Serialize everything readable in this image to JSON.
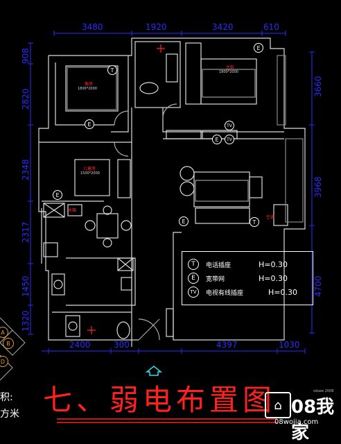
{
  "dimensions": {
    "top": [
      "3480",
      "1920",
      "3420",
      "610"
    ],
    "bottom": [
      "2400",
      "300",
      "4397",
      "1030"
    ],
    "left": [
      "908",
      "2820",
      "2348",
      "2317",
      "1450",
      "1320"
    ],
    "right": [
      "3660",
      "3968",
      "4700"
    ]
  },
  "rooms": {
    "room1": "客房",
    "room1_size": "1800*2000",
    "master": "主卧",
    "master_size": "1800*2000",
    "kids": "儿童房",
    "kids_size": "1500*2000",
    "kitchen_mark": "冰箱",
    "ac_mark": "空调"
  },
  "markers": {
    "phone": "T",
    "network": "E",
    "tv": "TV"
  },
  "legend": {
    "rows": [
      {
        "symbol": "T",
        "label": "电话插座",
        "value": "H=0.30"
      },
      {
        "symbol": "E",
        "label": "宽带网",
        "value": "H=0.30"
      },
      {
        "symbol": "TV",
        "label": "电视有线插座",
        "value": "H=0.30"
      }
    ]
  },
  "title": "七、弱电布置图",
  "left_texts": [
    "积:",
    "方米"
  ],
  "side_circles": [
    "A",
    "B",
    "D"
  ],
  "logo": {
    "text": "08我家",
    "sub": "08wojia.com",
    "tiny": "sduee 2008"
  }
}
